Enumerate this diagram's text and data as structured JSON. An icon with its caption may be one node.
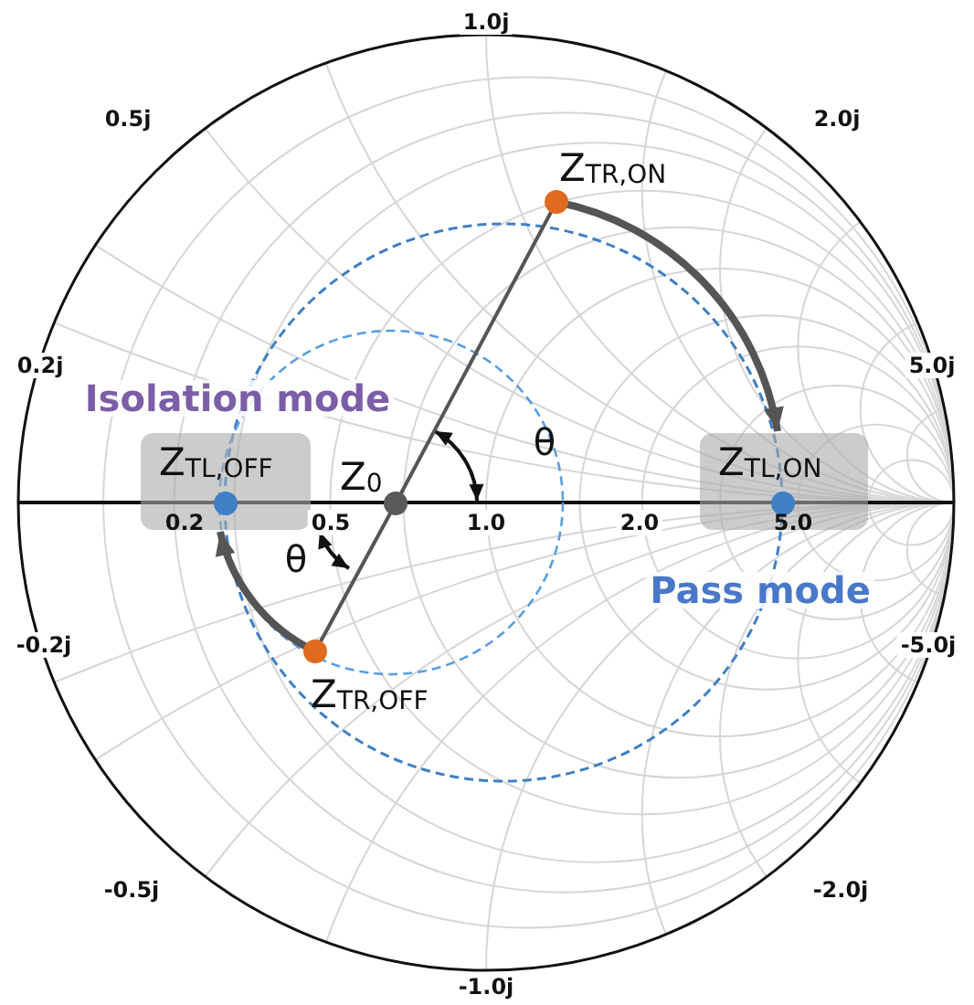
{
  "diagram": {
    "nodes": [
      {
        "text": [
          "Z$_{TR,ON}$"
        ]
      },
      {
        "text": [
          "Z$_{0}$"
        ]
      },
      {
        "text": [
          "Z$_{TL,OFF}$"
        ]
      },
      {
        "text": [
          "Z$_{TL,ON}$"
        ]
      },
      {
        "text": [
          "Z$_{TR,OFF}$"
        ]
      }
    ],
    "edges": [
      {
        "from": 0,
        "to": 3,
        "arrow": "to",
        "style": "thick"
      },
      {
        "from": 4,
        "to": 2,
        "arrow": "to",
        "style": "thick"
      },
      {
        "from": 0,
        "to": 1,
        "arrow": "none"
      },
      {
        "from": 1,
        "to": 4,
        "arrow": "none"
      }
    ],
    "labels": [
      "1.0j",
      "0.5j",
      "2.0j",
      "0.2j",
      "5.0j",
      "Isolation mode",
      "θ",
      "0.2",
      "0.5",
      "1.0",
      "2.0",
      "5.0",
      "θ",
      "Pass mode",
      "-0.2j",
      "-5.0j",
      "-0.5j",
      "-2.0j",
      "-1.0j"
    ]
  }
}
